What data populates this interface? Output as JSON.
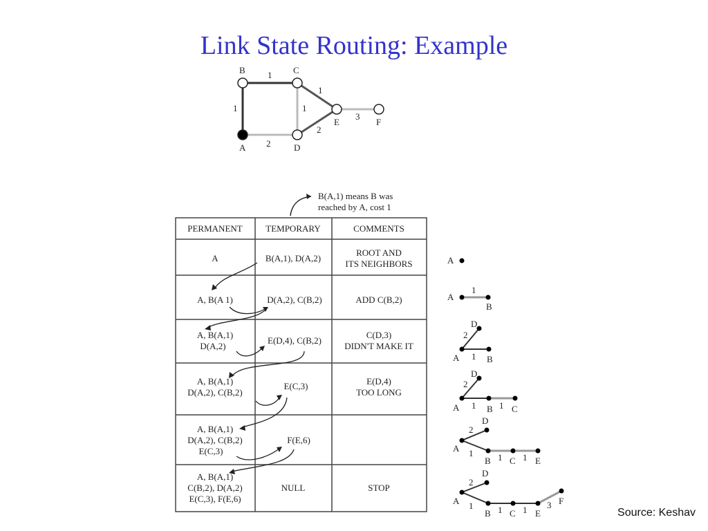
{
  "title": "Link State Routing: Example",
  "source": "Source: Keshav",
  "graph": {
    "nodes": [
      "A",
      "B",
      "C",
      "D",
      "E",
      "F"
    ],
    "edges": [
      {
        "from": "B",
        "to": "C",
        "cost": "1"
      },
      {
        "from": "A",
        "to": "B",
        "cost": "1"
      },
      {
        "from": "C",
        "to": "D",
        "cost": "1"
      },
      {
        "from": "C",
        "to": "E",
        "cost": "1"
      },
      {
        "from": "A",
        "to": "D",
        "cost": "2"
      },
      {
        "from": "D",
        "to": "E",
        "cost": "2"
      },
      {
        "from": "E",
        "to": "F",
        "cost": "3"
      }
    ]
  },
  "annotation": [
    "B(A,1) means B was",
    "reached by A, cost 1"
  ],
  "table": {
    "headers": [
      "PERMANENT",
      "TEMPORARY",
      "COMMENTS"
    ],
    "rows": [
      {
        "permanent": [
          "A"
        ],
        "temporary": [
          "B(A,1), D(A,2)"
        ],
        "comments": [
          "ROOT AND",
          "ITS NEIGHBORS"
        ]
      },
      {
        "permanent": [
          "A, B(A 1)"
        ],
        "temporary": [
          "D(A,2), C(B,2)"
        ],
        "comments": [
          "ADD C(B,2)"
        ]
      },
      {
        "permanent": [
          "A, B(A,1)",
          "D(A,2)"
        ],
        "temporary": [
          "E(D,4), C(B,2)"
        ],
        "comments": [
          "C(D,3)",
          "DIDN'T MAKE IT"
        ]
      },
      {
        "permanent": [
          "A, B(A,1)",
          "D(A,2), C(B,2)"
        ],
        "temporary": [
          "E(C,3)"
        ],
        "comments": [
          "E(D,4)",
          "TOO LONG"
        ]
      },
      {
        "permanent": [
          "A, B(A,1)",
          "D(A,2), C(B,2)",
          "E(C,3)"
        ],
        "temporary": [
          "F(E,6)"
        ],
        "comments": []
      },
      {
        "permanent": [
          "A, B(A,1)",
          "C(B,2), D(A,2)",
          "E(C,3), F(E,6)"
        ],
        "temporary": [
          "NULL"
        ],
        "comments": [
          "STOP"
        ]
      }
    ]
  },
  "trees": [
    {
      "labels": [
        "A"
      ]
    },
    {
      "labels": [
        "A",
        "1",
        "B"
      ]
    },
    {
      "labels": [
        "D",
        "2",
        "A",
        "1",
        "B"
      ]
    },
    {
      "labels": [
        "D",
        "2",
        "A",
        "1",
        "B",
        "1",
        "C"
      ]
    },
    {
      "labels": [
        "D",
        "2",
        "A",
        "1",
        "B",
        "1",
        "C",
        "1",
        "E"
      ]
    },
    {
      "labels": [
        "D",
        "2",
        "A",
        "1",
        "B",
        "1",
        "C",
        "1",
        "E",
        "3",
        "F"
      ]
    }
  ]
}
